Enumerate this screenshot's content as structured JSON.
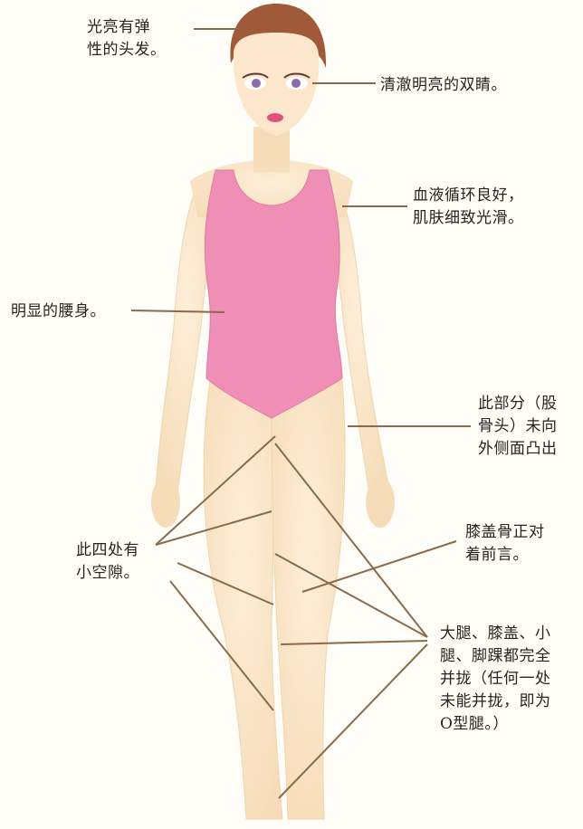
{
  "annotations": {
    "hair": [
      "光亮有弹",
      "性的头发。"
    ],
    "eyes": [
      "清澈明亮的双睛。"
    ],
    "skin": [
      "血液循环良好，",
      "肌肤细致光滑。"
    ],
    "waist": [
      "明显的腰身。"
    ],
    "femur_head": [
      "此部分（股",
      "骨头）未向",
      "外侧面凸出"
    ],
    "gaps": [
      "此四处有",
      "小空隙。"
    ],
    "kneecap": [
      "膝盖骨正对",
      "着前言。"
    ],
    "legs_together": [
      "大腿、膝盖、小",
      "腿、脚踝都完全",
      "并拢（任何一处",
      "未能并拢，即为",
      "O型腿。）"
    ]
  },
  "colors": {
    "skin": "#fbe6c8",
    "skin_shadow": "#f2d3ab",
    "swimsuit": "#ef8fb5",
    "hair": "#a05a3a",
    "lips": "#e0527a",
    "eyes": "#8e6aa8",
    "leader_line": "#8a6a4a"
  }
}
